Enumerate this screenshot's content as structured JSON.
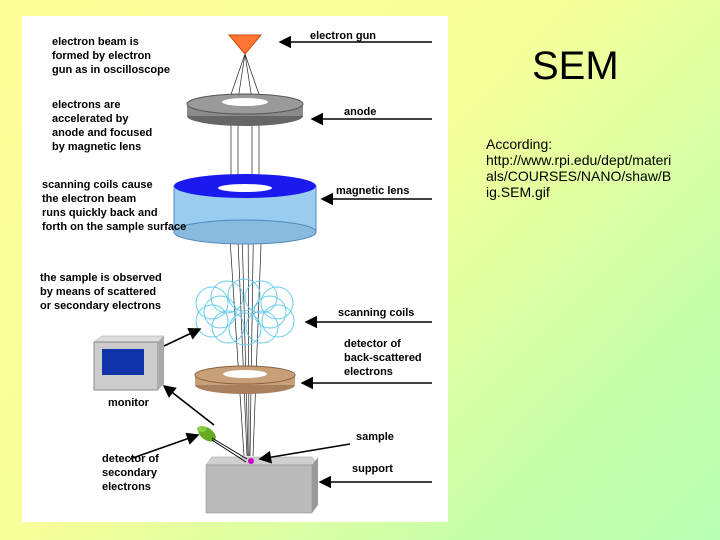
{
  "slide": {
    "title": "SEM",
    "source_lines": [
      "According:",
      "http://www.rpi.edu/dept/materi",
      "als/COURSES/NANO/shaw/B",
      "ig.SEM.gif"
    ]
  },
  "diagram": {
    "left_notes": {
      "beam": [
        "electron beam is",
        "formed by electron",
        "gun as in oscilloscope"
      ],
      "accelerated": [
        "electrons are",
        "accelerated by",
        "anode and focused",
        "by magnetic lens"
      ],
      "scanning": [
        "scanning coils cause",
        "the electron beam",
        "runs quickly back and",
        "forth on the sample surface"
      ],
      "observed": [
        "the sample is observed",
        "by means of scattered",
        "or secondary electrons"
      ],
      "monitor": "monitor",
      "secondary_detector": [
        "detector of",
        "secondary",
        "electrons"
      ]
    },
    "right_labels": {
      "gun": "electron gun",
      "anode": "anode",
      "lens": "magnetic lens",
      "coils": "scanning coils",
      "backscatter": [
        "detector of",
        "back-scattered",
        "electrons"
      ],
      "sample": "sample",
      "support": "support"
    },
    "colors": {
      "gun": "#ff7733",
      "anode": "#8a8a8a",
      "lens_top": "#1a1aee",
      "lens_body": "#99ccee",
      "coils": "#66ccee",
      "detector": "#c8a078",
      "support": "#bbbbbb",
      "monitor_screen": "#1133aa",
      "secondary_detector": "#66aa22"
    }
  }
}
